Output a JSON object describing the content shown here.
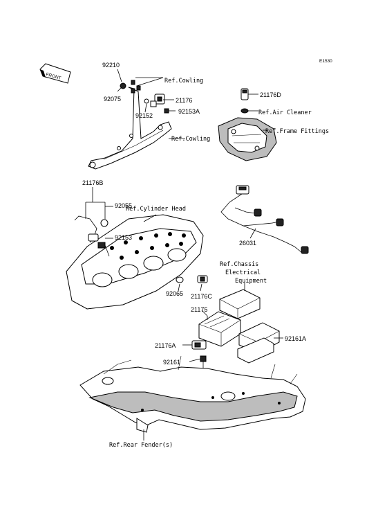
{
  "diagram_code": "E1530",
  "front_label": "FRONT",
  "part_numbers": {
    "p92210": "92210",
    "p92075": "92075",
    "p92152": "92152",
    "p21176": "21176",
    "p92153A": "92153A",
    "p21176D": "21176D",
    "p21176B": "21176B",
    "p92055": "92055",
    "p92153": "92153",
    "p26031": "26031",
    "p92065": "92065",
    "p21176C": "21176C",
    "p21175": "21175",
    "p92161A": "92161A",
    "p21176A": "21176A",
    "p92161": "92161"
  },
  "references": {
    "cowling_1": "Ref.Cowling",
    "cowling_2": "Ref.Cowling",
    "air_cleaner": "Ref.Air Cleaner",
    "frame_fittings": "Ref.Frame Fittings",
    "cylinder_head": "Ref.Cylinder Head",
    "chassis_line1": "Ref.Chassis",
    "chassis_line2": "Electrical",
    "chassis_line3": "Equipment",
    "rear_fender": "Ref.Rear Fender(s)"
  }
}
